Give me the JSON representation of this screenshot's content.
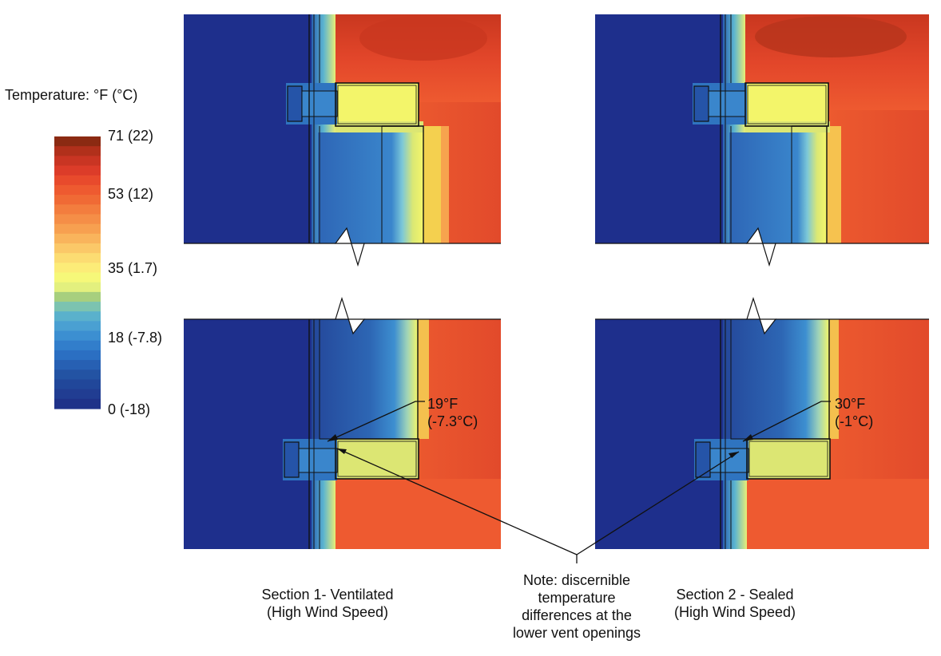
{
  "legend": {
    "title": "Temperature: °F (°C)",
    "ticks": [
      "71 (22)",
      "53 (12)",
      "35 (1.7)",
      "18 (-7.8)",
      "0 (-18)"
    ],
    "colors": [
      "#8b2a12",
      "#b1301b",
      "#c93523",
      "#dc3c29",
      "#e84a2c",
      "#ee5a30",
      "#f06a35",
      "#f37d3e",
      "#f58e47",
      "#f7a050",
      "#f9b45c",
      "#fbc868",
      "#fcdc72",
      "#fcec78",
      "#f6f879",
      "#e3f07e",
      "#a7cf7e",
      "#7cc3b0",
      "#5ab1cc",
      "#4aa0d2",
      "#3c8fd1",
      "#327ecb",
      "#2b6fc2",
      "#2760b3",
      "#2353a3",
      "#21479a",
      "#213d92",
      "#1f3289"
    ]
  },
  "panels": [
    {
      "caption_line1": "Section 1- Ventilated",
      "caption_line2": "(High Wind Speed)"
    },
    {
      "caption_line1": "Section 2 - Sealed",
      "caption_line2": "(High Wind Speed)"
    }
  ],
  "annotations": [
    {
      "line1": "19°F",
      "line2": "(-7.3°C)"
    },
    {
      "line1": "30°F",
      "line2": "(-1°C)"
    }
  ],
  "note": {
    "lines": [
      "Note: discernible",
      "temperature",
      "differences at the",
      "lower vent openings"
    ]
  },
  "palette": {
    "cold_outer": "#1e2f8c",
    "cold_cavity": "#2f74c0",
    "cold_cavity_ventilated": "#2d66b4",
    "warm_interior": "#ee5a30",
    "warm_hot": "#dd3f27",
    "warm_peak": "#b8351c",
    "yellow": "#f3f56a",
    "yellow_green": "#dce673",
    "cyan": "#7cc8d8"
  }
}
